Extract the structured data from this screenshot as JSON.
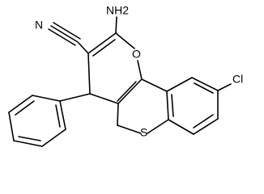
{
  "structure": {
    "labels": {
      "nh2": "NH2",
      "nitrile": "N",
      "ring_oxygen": "O",
      "ring_sulfur": "S",
      "chlorine": "Cl"
    }
  },
  "colors": {
    "bond": "#000000",
    "text": "#000000",
    "background": "#ffffff"
  }
}
